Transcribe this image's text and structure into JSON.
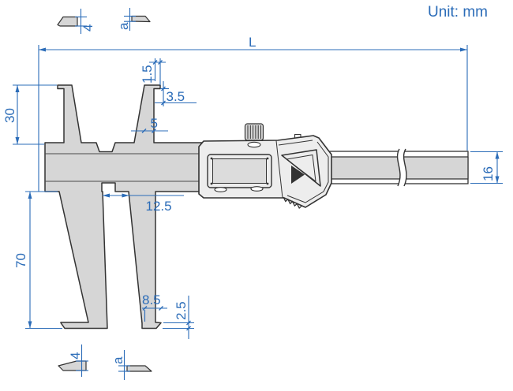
{
  "title": {
    "unit_label": "Unit: mm"
  },
  "dimensions": {
    "overall_length": "L",
    "upper_jaw_height": "30",
    "upper_tip_overhang": "1.5",
    "upper_tip_depth": "3.5",
    "upper_blade_width": "5",
    "jaw_gap": "12.5",
    "lower_jaw_height": "70",
    "lower_foot_length": "8.5",
    "lower_foot_height": "2.5",
    "beam_height": "16",
    "detail_top_base_thickness": "4",
    "detail_top_tip_thickness": "a",
    "detail_bottom_base_thickness": "4",
    "detail_bottom_tip_thickness": "a"
  },
  "icons": {
    "triangle_button": "play-triangle-icon"
  },
  "colors": {
    "dimension": "#2b6cb8",
    "outline": "#333333",
    "metal": "#d6d6d6",
    "housing": "#ededed",
    "screen": "#dcdcdc",
    "background": "#ffffff"
  }
}
